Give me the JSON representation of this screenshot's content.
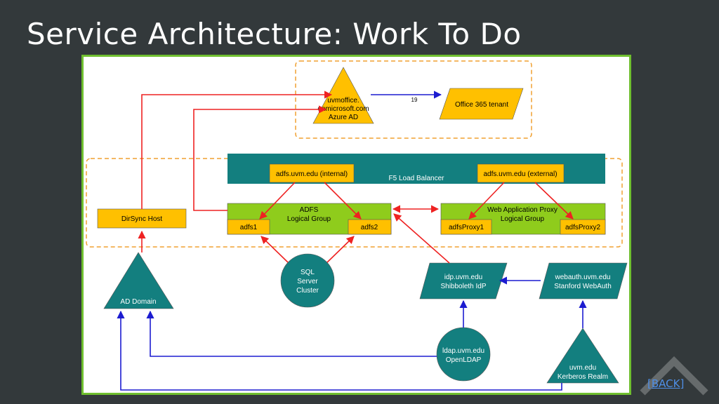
{
  "title": "Service Architecture: Work To Do",
  "back_link": "[BACK]",
  "colors": {
    "background": "#33393b",
    "frame_border": "#6fbf2f",
    "teal": "#137f7f",
    "yellow": "#ffc000",
    "green": "#8fcc1c",
    "red_arrow": "#ee2222",
    "blue_arrow": "#1c1cd0",
    "dashed_orange": "#f0a030"
  },
  "diagram": {
    "azure_ad": [
      "uvmoffice.",
      "onmicrosoft.com",
      "Azure AD"
    ],
    "sync_label": "19",
    "office365": "Office 365 tenant",
    "f5": "F5 Load Balancer",
    "adfs_internal": "adfs.uvm.edu (internal)",
    "adfs_external": "adfs.uvm.edu (external)",
    "dirsync": "DirSync Host",
    "adfs_group": [
      "ADFS",
      "Logical Group"
    ],
    "adfs1": "adfs1",
    "adfs2": "adfs2",
    "wap_group": [
      "Web Application Proxy",
      "Logical Group"
    ],
    "proxy1": "adfsProxy1",
    "proxy2": "adfsProxy2",
    "sql": [
      "SQL",
      "Server",
      "Cluster"
    ],
    "idp": [
      "idp.uvm.edu",
      "Shibboleth IdP"
    ],
    "webauth": [
      "webauth.uvm.edu",
      "Stanford WebAuth"
    ],
    "ad_domain": "AD Domain",
    "ldap": [
      "ldap.uvm.edu",
      "OpenLDAP"
    ],
    "kerberos": [
      "uvm.edu",
      "Kerberos Realm"
    ]
  }
}
